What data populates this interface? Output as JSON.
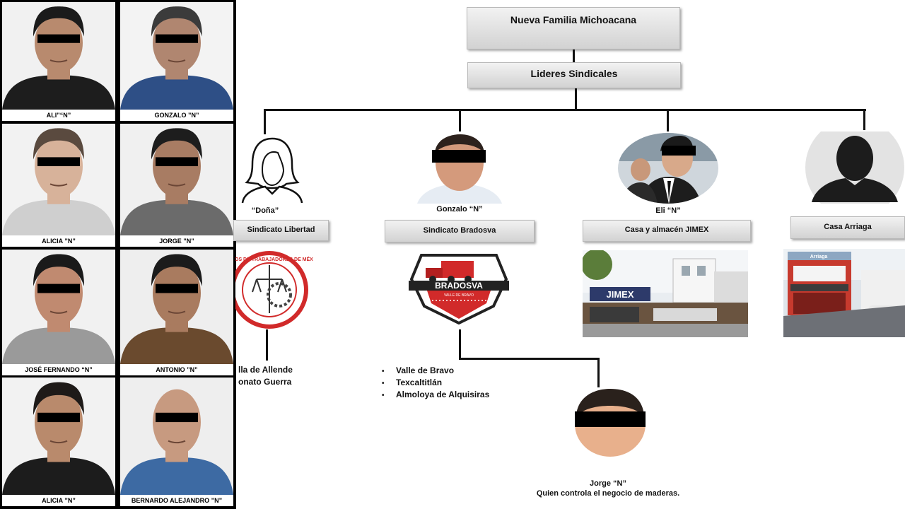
{
  "detainees": [
    {
      "name": "ALI”“N”",
      "skin": "#b88a6e",
      "hair": "#1b1b1b",
      "shirt": "#1d1d1d",
      "bg": "#f1f1f1"
    },
    {
      "name": "GONZALO ”N”",
      "skin": "#b08670",
      "hair": "#3b3b3b",
      "shirt": "#2e4f86",
      "bg": "#f3f3f3"
    },
    {
      "name": "ALICIA ”N”",
      "skin": "#d7b29a",
      "hair": "#5a4a3f",
      "shirt": "#cfcfcf",
      "bg": "#f2f2f2"
    },
    {
      "name": "JORGE ”N”",
      "skin": "#a87c63",
      "hair": "#1d1d1d",
      "shirt": "#6b6b6b",
      "bg": "#f0f0f0"
    },
    {
      "name": "JOSÉ FERNANDO “N”",
      "skin": "#c08a70",
      "hair": "#1a1a1a",
      "shirt": "#9a9a9a",
      "bg": "#f1f1f1"
    },
    {
      "name": "ANTONIO ”N”",
      "skin": "#a97b5f",
      "hair": "#1b1b1b",
      "shirt": "#6a4a2e",
      "bg": "#eeeeee"
    },
    {
      "name": "ALICIA ”N”",
      "skin": "#b98a6c",
      "hair": "#1e1a18",
      "shirt": "#1c1c1c",
      "bg": "#f2f2f2"
    },
    {
      "name": "BERNARDO ALEJANDRO ”N”",
      "skin": "#c79a80",
      "hair": "#c79a80",
      "shirt": "#3d6aa3",
      "bg": "#eeeeee"
    }
  ],
  "chart": {
    "top_box": "Nueva Familia Michoacana",
    "second_box": "Lideres Sindicales",
    "branches": [
      {
        "person": "“Doña”",
        "org": "Sindicato Libertad",
        "towns": [
          "lla de Allende",
          "onato Guerra"
        ]
      },
      {
        "person": "Gonzalo “N”",
        "org": "Sindicato Bradosva",
        "towns": [
          "Valle de Bravo",
          "Texcaltitlán",
          "Almoloya de Alquisiras"
        ]
      },
      {
        "person": "Eli “N”",
        "org": "Casa y almacén JIMEX"
      },
      {
        "org": "Casa Arriaga"
      }
    ],
    "sub_person": {
      "name": "Jorge “N”",
      "role": "Quien controla el negocio de maderas."
    },
    "logo_texts": {
      "bradosva": "BRADOSVA",
      "bradosva_sub": "VALLE DE BRAVO",
      "libertad": "OBREROS DE TRABAJADORES DE MÉXICO",
      "jimex": "JIMEX",
      "arriaga": "Arriaga"
    }
  },
  "colors": {
    "accent_red": "#d12a2a",
    "box_gradient_top": "#f2f2f2",
    "box_gradient_bottom": "#d2d2d2"
  }
}
